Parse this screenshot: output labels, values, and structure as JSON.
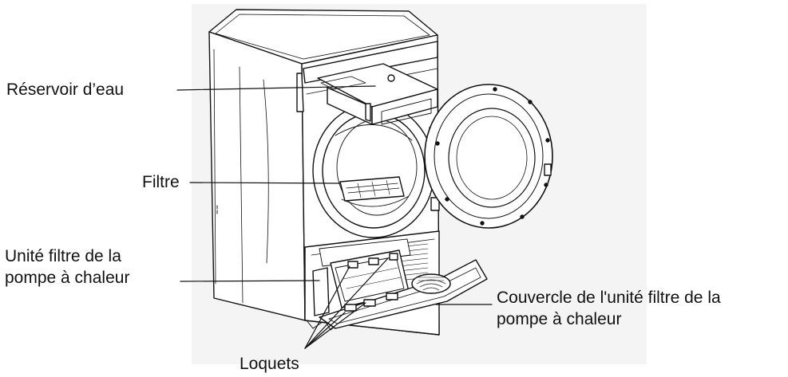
{
  "colors": {
    "ink": "#111111",
    "background": "#ffffff",
    "shade": "#e8e8e8"
  },
  "labels": {
    "reservoir": "Réservoir d’eau",
    "filtre": "Filtre",
    "pompe_line1": "Unité filtre de la",
    "pompe_line2": "pompe à chaleur",
    "couvercle_line1": "Couvercle de l'unité filtre de la",
    "couvercle_line2": "pompe à chaleur",
    "loquets": "Loquets"
  }
}
